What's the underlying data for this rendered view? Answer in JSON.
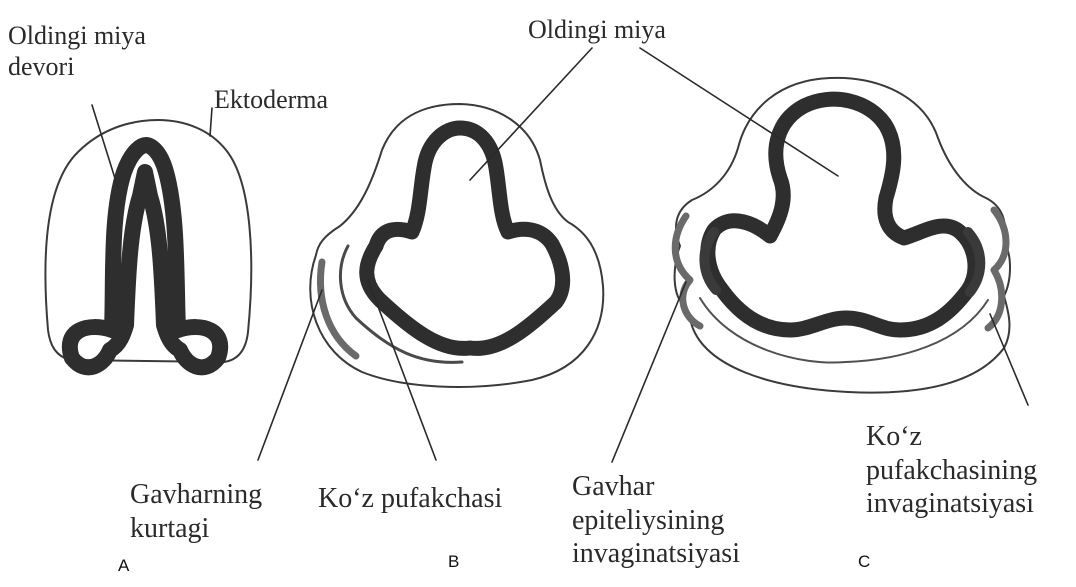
{
  "labels": {
    "oldingi_miya_devori": [
      "Oldingi miya",
      "devori"
    ],
    "ektoderma": "Ektoderma",
    "oldingi_miya": "Oldingi miya",
    "gavharning_kurtagi": [
      "Gavharning",
      "kurtagi"
    ],
    "koz_pufakchasi": "Ko‘z pufakchasi",
    "gavhar_invaginatsiyasi": [
      "Gavhar",
      "epiteliysining",
      "invaginatsiyasi"
    ],
    "koz_pufakchasining_invaginatsiyasi": [
      "Ko‘z",
      "pufakchasining",
      "invaginatsiyasi"
    ]
  },
  "panels": {
    "a": "A",
    "b": "B",
    "c": "C"
  },
  "colors": {
    "ink": "#1e1e1e",
    "wall": "#3c3c3c",
    "thin": "#555555"
  }
}
